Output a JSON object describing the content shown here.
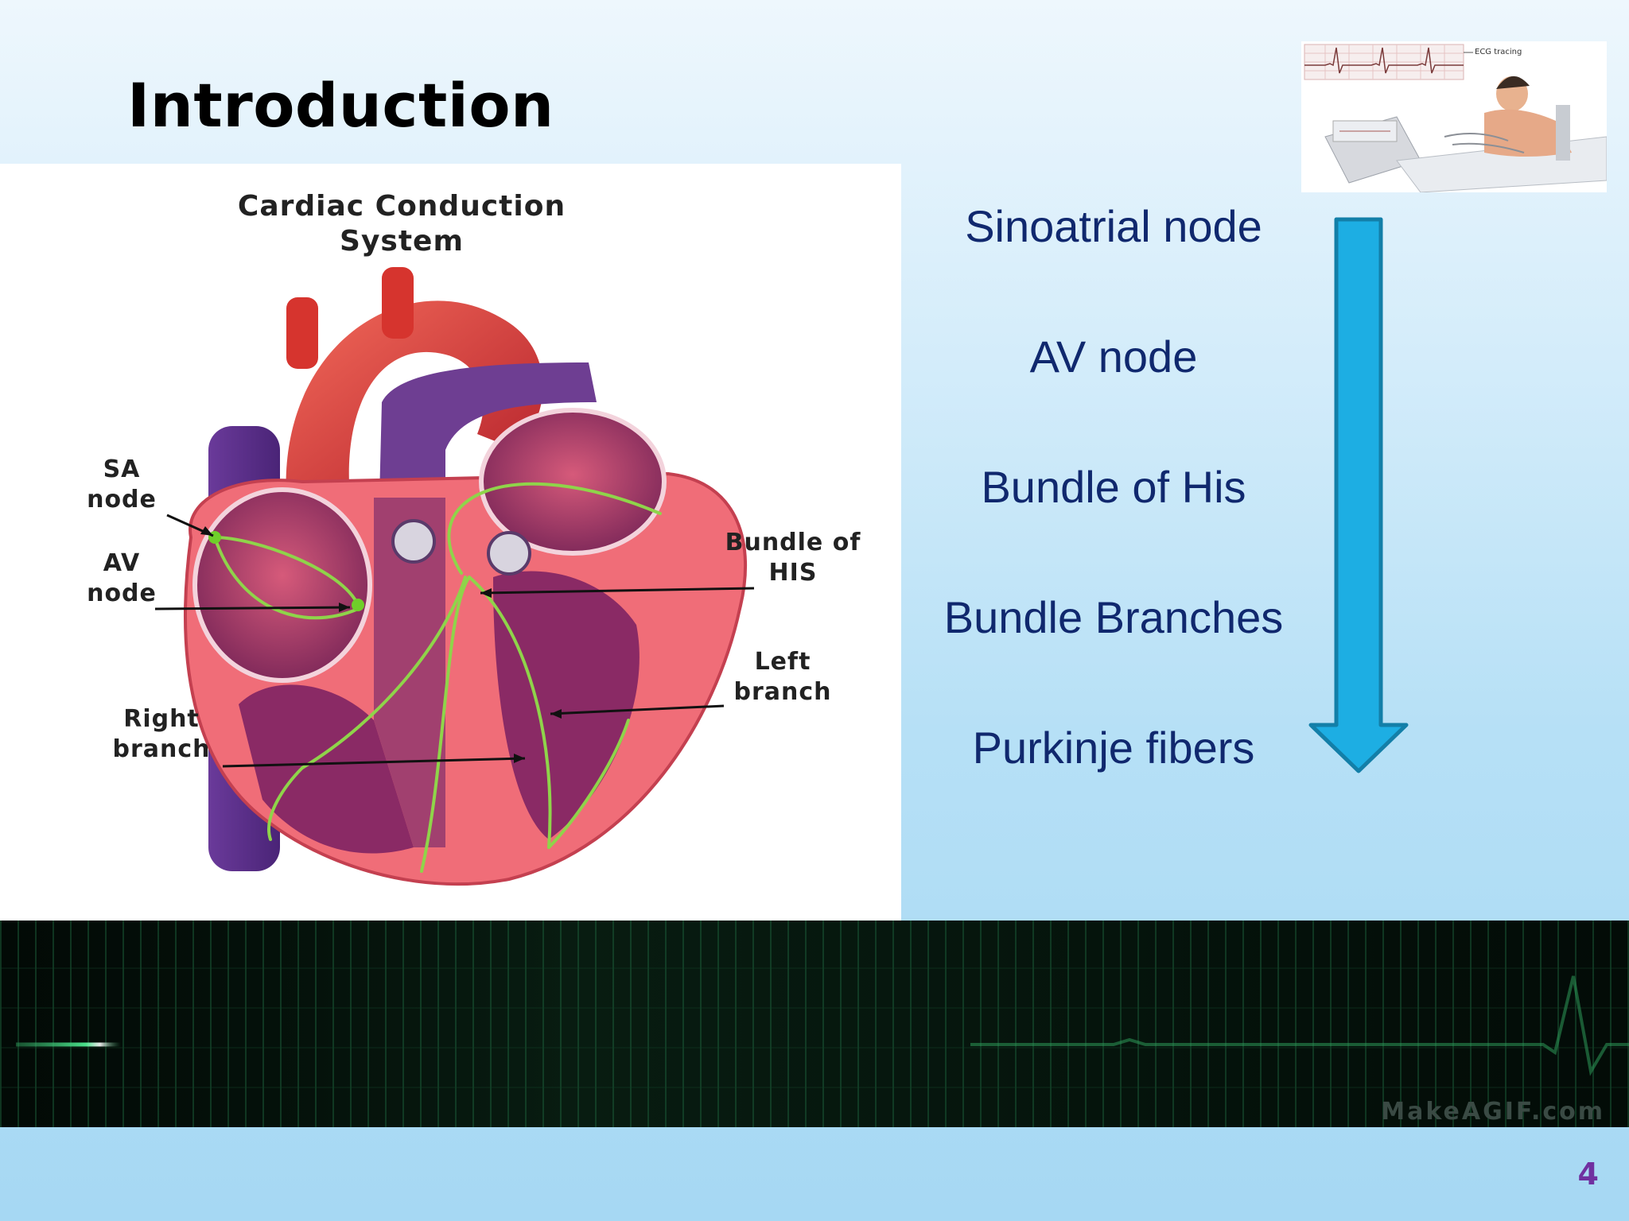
{
  "slide": {
    "title": "Introduction",
    "number": "4"
  },
  "diagram": {
    "title_line1": "Cardiac Conduction",
    "title_line2": "System",
    "labels": {
      "sa_line1": "SA",
      "sa_line2": "node",
      "av_line1": "AV",
      "av_line2": "node",
      "his_line1": "Bundle of",
      "his_line2": "HIS",
      "left_line1": "Left",
      "left_line2": "branch",
      "right_line1": "Right",
      "right_line2": "branch"
    }
  },
  "thumbnail": {
    "caption": "ECG tracing"
  },
  "conduction_steps": [
    "Sinoatrial node",
    "AV node",
    "Bundle of His",
    "Bundle Branches",
    "Purkinje fibers"
  ],
  "ecg_strip": {
    "watermark": "MakeAGIF.com"
  },
  "colors": {
    "step_text": "#10286e",
    "arrow": "#1daee3",
    "slide_number": "#7030a0",
    "ecg_trace": "#3fd17a"
  }
}
